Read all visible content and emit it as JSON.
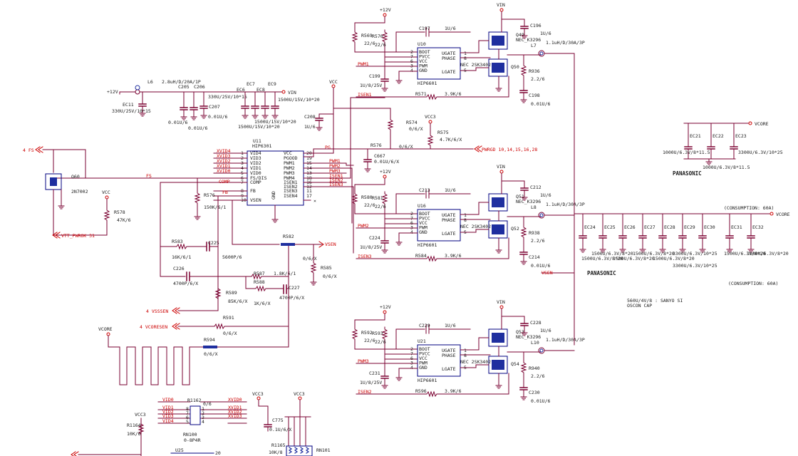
{
  "colors": {
    "wire": "#7a0030",
    "label": "#cc0000",
    "text": "#1a1a1a",
    "chip": "#000080",
    "chip_fill": "#1f2f9f",
    "pin": "#7a0030"
  },
  "power": {
    "vin": "VIN",
    "v12": "+12V",
    "vcc": "VCC",
    "vcc3": "VCC3",
    "vcore": "VCORE"
  },
  "input_filter": {
    "l6": "L6",
    "l6_val": "2.8uH/D/20A/1P",
    "plus12": "+12V",
    "ec11": "EC11",
    "ec11_val": "330U/25V/10*15",
    "c205": "C205",
    "c206": "C206",
    "c205_val": "0.01U/6",
    "c206_val": "0.01U/6",
    "c207": "C207",
    "c207_val": "0.01U/6",
    "ec6": "EC6",
    "ec7": "EC7",
    "ec8": "EC8",
    "ec9": "EC9",
    "ec6_val": "330U/25V/10*15",
    "ec8_val": "1500U/15V/10*20",
    "ec8_val2": "1500U/15V/10*20",
    "ec9_val": "1500U/15V/10*20"
  },
  "controller": {
    "u11": "U11",
    "u11_part": "HIP6301",
    "left_pins": [
      "VID4",
      "VID3",
      "VID2",
      "VID1",
      "VID0",
      "FS/DIS",
      "COMP",
      "FB",
      "VSEN"
    ],
    "left_nums": [
      "1",
      "2",
      "3",
      "4",
      "5",
      "6",
      "7",
      "8",
      "9",
      "10"
    ],
    "right_pins": [
      "VCC",
      "PGOOD",
      "PWM1",
      "PWM2",
      "PWM3",
      "PWM4",
      "ISEN1",
      "ISEN2",
      "ISEN3",
      "ISEN4"
    ],
    "right_nums": [
      "20",
      "19",
      "15",
      "14",
      "13",
      "18",
      "16",
      "12",
      "11",
      "17"
    ],
    "gnd": "GND",
    "left_nets": [
      "XVID4",
      "XVID3",
      "XVID2",
      "XVID1",
      "XVID0"
    ],
    "comp_net": "COMP",
    "fb_net": "FB",
    "right_nets": [
      "PWM1",
      "PWM2",
      "PWM3",
      "ISEN1",
      "ISEN2",
      "ISEN3"
    ],
    "pg_net": "PG"
  },
  "feedback": {
    "vcc": "VCC",
    "c208": "C208",
    "c208_val": "1U/6",
    "r574": "R574",
    "r574_val": "0/6/X",
    "r575": "R575",
    "r575_val": "4.7K/6/X",
    "r576": "R576",
    "r576_val": "0/6/X",
    "c667": "C667",
    "c667_val": "0.01U/6/X",
    "pwrgd": "PWRGD 10,14,15,16,28",
    "fs_label": "4 FS",
    "fs_net": "FS",
    "q60": "Q60",
    "q60_val": "2N7002",
    "r578": "R578",
    "r578_val": "47K/6",
    "r576b": "R576",
    "r576b_val": "150K/6/1",
    "vtt": "VTT_PWROK 31",
    "r583": "R583",
    "r583_val": "16K/6/1",
    "c225": "C225",
    "c225_val": "5600P/6",
    "c226": "C226",
    "c226_val": "4700P/6/X",
    "r587": "R587",
    "r587_val": "1.8K/6/1",
    "r588": "R588",
    "r588_val": "1K/6/X",
    "c227": "C227",
    "c227_val": "4700P/6/X",
    "r589": "R589",
    "r589_val": "85K/6/X",
    "r582": "R582",
    "r582_val": "0/6/X",
    "vsen": "VSEN",
    "r585": "R585",
    "r585_val": "0/6/X",
    "vssen": "4 VSSSEN",
    "r591": "R591",
    "r591_val": "0/6/X",
    "vcoresen": "4 VCORESEN",
    "r594": "R594",
    "r594_val": "0/6/X",
    "vcore": "VCORE"
  },
  "phases": [
    {
      "v12": "+12V",
      "r_boot": "R569",
      "r_boot_val": "22/6",
      "r_vcc": "R570",
      "r_vcc_val": "22/6",
      "c_boot": "C197",
      "c_boot_val": "1U/6",
      "chip": "U10",
      "chip_part": "HIP6601",
      "pins": [
        "BOOT",
        "PVCC",
        "VCC",
        "PWM",
        "GND"
      ],
      "rpins": [
        "UGATE",
        "PHASE",
        "LGATE"
      ],
      "pin_nums": [
        "2",
        "7",
        "6",
        "3",
        "4"
      ],
      "rpin_nums": [
        "1",
        "8",
        "5"
      ],
      "pwm": "PWM1",
      "c_vcc": "C199",
      "c_vcc_val": "1U/8/25V",
      "r_isen": "R571",
      "r_isen_val": "3.9K/6",
      "isen": "ISEN1",
      "q_hi": "Q49",
      "q_hi_part": "NEC_K3296",
      "q_lo": "Q50",
      "q_lo_part": "NEC 2SK3402",
      "vin": "VIN",
      "c_in": "C196",
      "c_in_val": "1U/6",
      "ind": "L7",
      "ind_val": "1.1uH/D/30A/3P",
      "r_snub": "R936",
      "r_snub_val": "2.2/6",
      "c_snub": "C198",
      "c_snub_val": "0.01U/6"
    },
    {
      "v12": "+12V",
      "r_boot": "R580",
      "r_boot_val": "22/6",
      "r_vcc": "R581",
      "r_vcc_val": "22/6",
      "c_boot": "C213",
      "c_boot_val": "1U/6",
      "chip": "U16",
      "chip_part": "HIP6601",
      "pins": [
        "BOOT",
        "PVCC",
        "VCC",
        "PWM",
        "GND"
      ],
      "rpins": [
        "UGATE",
        "PHASE",
        "LGATE"
      ],
      "pin_nums": [
        "2",
        "7",
        "6",
        "3",
        "4"
      ],
      "rpin_nums": [
        "1",
        "8",
        "5"
      ],
      "pwm": "PWM2",
      "c_vcc": "C224",
      "c_vcc_val": "1U/8/25V",
      "r_isen": "R584",
      "r_isen_val": "3.9K/6",
      "isen": "ISEN3",
      "q_hi": "Q51",
      "q_hi_part": "NEC_K3296",
      "q_lo": "Q52",
      "q_lo_part": "NEC 2SK3402",
      "vin": "VIN",
      "c_in": "C212",
      "c_in_val": "1U/6",
      "ind": "L8",
      "ind_val": "1.1uH/D/30A/3P",
      "r_snub": "R938",
      "r_snub_val": "2.2/6",
      "c_snub": "C214",
      "c_snub_val": "0.01U/6"
    },
    {
      "v12": "+12V",
      "r_boot": "R592",
      "r_boot_val": "22/6",
      "r_vcc": "R593",
      "r_vcc_val": "22/6",
      "c_boot": "C229",
      "c_boot_val": "1U/6",
      "chip": "U21",
      "chip_part": "HIP6601",
      "pins": [
        "BOOT",
        "PVCC",
        "VCC",
        "PWM",
        "GND"
      ],
      "rpins": [
        "UGATE",
        "PHASE",
        "LGATE"
      ],
      "pin_nums": [
        "2",
        "7",
        "6",
        "3",
        "4"
      ],
      "rpin_nums": [
        "1",
        "8",
        "5"
      ],
      "pwm": "PWM3",
      "c_vcc": "C231",
      "c_vcc_val": "1U/8/25V",
      "r_isen": "R596",
      "r_isen_val": "3.9K/6",
      "isen": "ISEN2",
      "q_hi": "Q53",
      "q_hi_part": "NEC_K3296",
      "q_lo": "Q54",
      "q_lo_part": "NEC 2SK3402",
      "vin": "VIN",
      "c_in": "C228",
      "c_in_val": "1U/6",
      "ind": "L10",
      "ind_val": "1.1uH/D/30A/3P",
      "r_snub": "R940",
      "r_snub_val": "2.2/6",
      "c_snub": "C230",
      "c_snub_val": "0.01U/6"
    }
  ],
  "output": {
    "vsen": "VSEN",
    "vcore": "VCORE",
    "consumption1": "(CONSUMPTION: 60A)",
    "consumption2": "(CONSUMPTION: 60A)",
    "panasonic": "PANASONIC",
    "caps": [
      "EC24",
      "EC25",
      "EC26",
      "EC27",
      "EC28",
      "EC29",
      "EC30",
      "EC31",
      "EC32"
    ],
    "cap_val_a": "1500U/6.3V/8*20",
    "cap_val_b": "1500U/6.3V/8*20",
    "cap_val_c": "1500U/6.3V/8*20",
    "cap_val_d": "1500U/6.3V/8*20",
    "cap_val_e": "3300U/6.3V/10*25",
    "cap_val_f": "1500U/6.3V/8*20",
    "cap_val_g": "1500U/6.3V/8*20",
    "cap_val_h": "3300U/6.3V/10*25",
    "cap_val_i": "1500U/6.3V/8*20",
    "note1": "560U/4V/8  : SANYO SI",
    "note2": "OSCON CAP"
  },
  "vcore_bank": {
    "vcore": "VCORE",
    "caps": [
      "EC21",
      "EC22",
      "EC23"
    ],
    "val_a": "1000U/6.3V/8*11.5",
    "val_b": "1000U/6.3V/8*11.5",
    "val_c": "3300U/6.3V/10*25",
    "panasonic": "PANASONIC"
  },
  "vid_section": {
    "nets_left": [
      "VID0",
      "VID1",
      "VID2",
      "VID3",
      "VID4"
    ],
    "nets_right": [
      "XVID0",
      "XVID1",
      "XVID2",
      "XVID3"
    ],
    "r1162": "R1162",
    "r1162_val": "0/6",
    "rn100": "RN100",
    "rn100_val": "0-8P4R",
    "vcc3": "VCC3",
    "r1164": "R1164",
    "r1164_val": "10K/6",
    "u25": "U25",
    "pin20": "20",
    "vcc3b": "VCC3",
    "vcc3c": "VCC3",
    "c775": "C775",
    "c775_val": "0.1U/6/X",
    "r1165": "R1165",
    "r1165_val": "10K/8",
    "rn101": "RN101",
    "rn_nums": [
      "8",
      "7",
      "6",
      "5",
      "1",
      "2",
      "3",
      "4"
    ]
  }
}
